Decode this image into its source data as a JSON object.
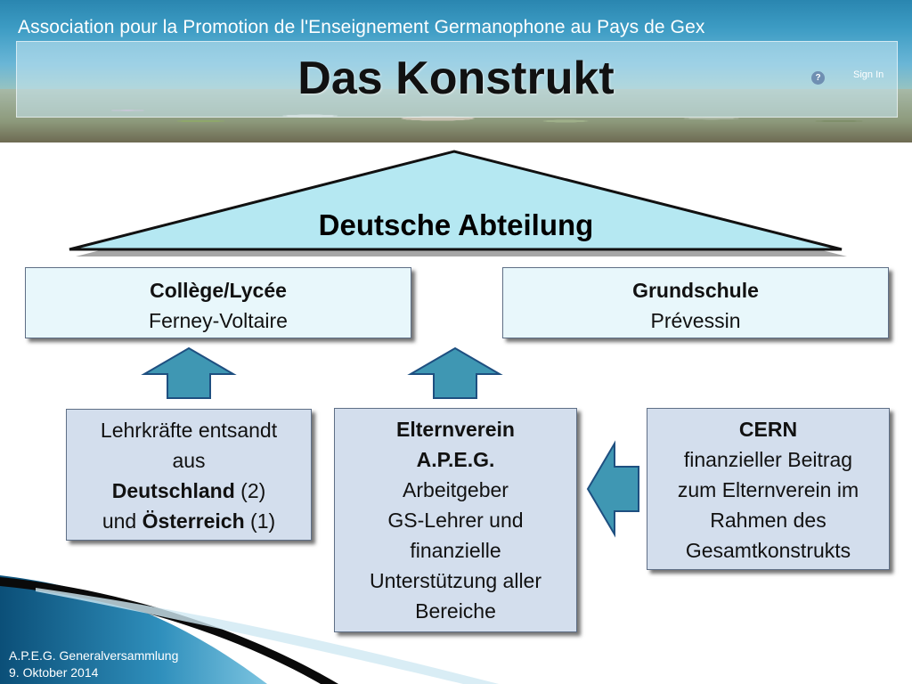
{
  "header": {
    "org_title": "Association pour la Promotion de l'Enseignement Germanophone au Pays de Gex",
    "slide_title": "Das Konstrukt",
    "help_icon_glyph": "?",
    "sign_in": "Sign In",
    "help_icon": "question-circle-icon"
  },
  "roof": {
    "label": "Deutsche Abteilung"
  },
  "schools": {
    "college": {
      "name": "Collège/Lycée",
      "place": "Ferney-Voltaire"
    },
    "grundschule": {
      "name": "Grundschule",
      "place": "Prévessin"
    }
  },
  "lehrkraefte": {
    "line1": "Lehrkräfte entsandt",
    "line2": "aus",
    "de_bold": "Deutschland",
    "de_count": " (2)",
    "and": "und ",
    "at_bold": "Österreich",
    "at_count": " (1)"
  },
  "elternverein": {
    "title1": "Elternverein",
    "title2": "A.P.E.G.",
    "l1": "Arbeitgeber",
    "l2": "GS-Lehrer und",
    "l3": "finanzielle",
    "l4": "Unterstützung aller",
    "l5": "Bereiche"
  },
  "cern": {
    "title": "CERN",
    "l1": "finanzieller Beitrag",
    "l2": "zum Elternverein im",
    "l3": "Rahmen des",
    "l4": "Gesamtkonstrukts"
  },
  "footer": {
    "line1": "A.P.E.G. Generalversammlung",
    "line2": "9. Oktober 2014"
  },
  "colors": {
    "roof_fill": "#b5e8f2",
    "arrow_fill": "#3f97b3",
    "arrow_stroke": "#1e4f80",
    "box_top_fill": "#e8f7fb",
    "box_low_fill": "#d3deed",
    "footer_dark": "#0e5a86"
  }
}
